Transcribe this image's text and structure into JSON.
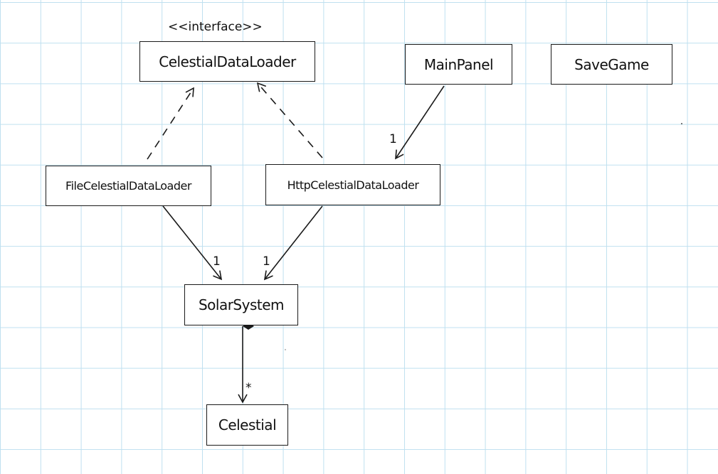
{
  "stereotype": "<<interface>>",
  "classes": {
    "celestial_data_loader": "CelestialDataLoader",
    "main_panel": "MainPanel",
    "save_game": "SaveGame",
    "file_celestial_data_loader": "FileCelestialDataLoader",
    "http_celestial_data_loader": "HttpCelestialDataLoader",
    "solar_system": "SolarSystem",
    "celestial": "Celestial"
  },
  "multiplicities": {
    "main_to_http": "1",
    "file_to_solar": "1",
    "http_to_solar": "1",
    "solar_to_celestial": "*"
  },
  "colors": {
    "grid": "#bfe0f0",
    "ink": "#1a1a1a",
    "paper": "#ffffff"
  }
}
